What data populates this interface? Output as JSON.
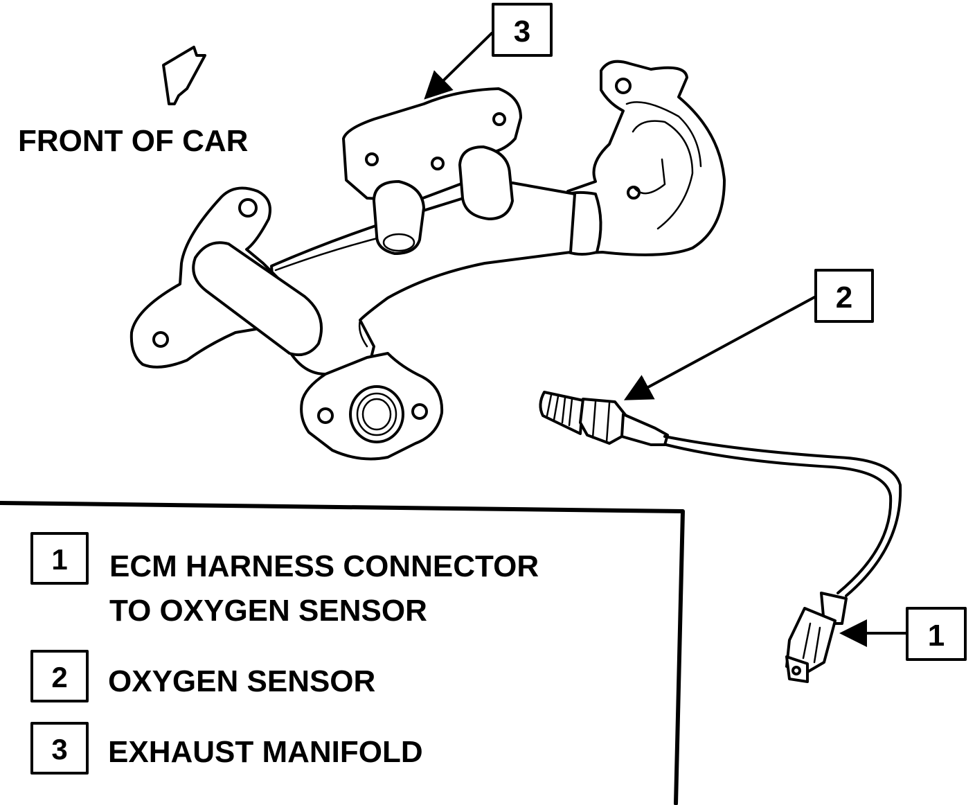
{
  "orientation": {
    "text": "FRONT OF CAR",
    "icon": "front-direction-arrow-icon"
  },
  "callouts": [
    {
      "number": "3",
      "target": "exhaust-manifold"
    },
    {
      "number": "2",
      "target": "oxygen-sensor"
    },
    {
      "number": "1",
      "target": "ecm-harness-connector"
    }
  ],
  "legend": {
    "items": [
      {
        "number": "1",
        "line1": "ECM HARNESS CONNECTOR",
        "line2": "TO OXYGEN SENSOR"
      },
      {
        "number": "2",
        "line1": "OXYGEN SENSOR",
        "line2": ""
      },
      {
        "number": "3",
        "line1": "EXHAUST MANIFOLD",
        "line2": ""
      }
    ]
  },
  "colors": {
    "ink": "#000000",
    "paper": "#ffffff"
  }
}
